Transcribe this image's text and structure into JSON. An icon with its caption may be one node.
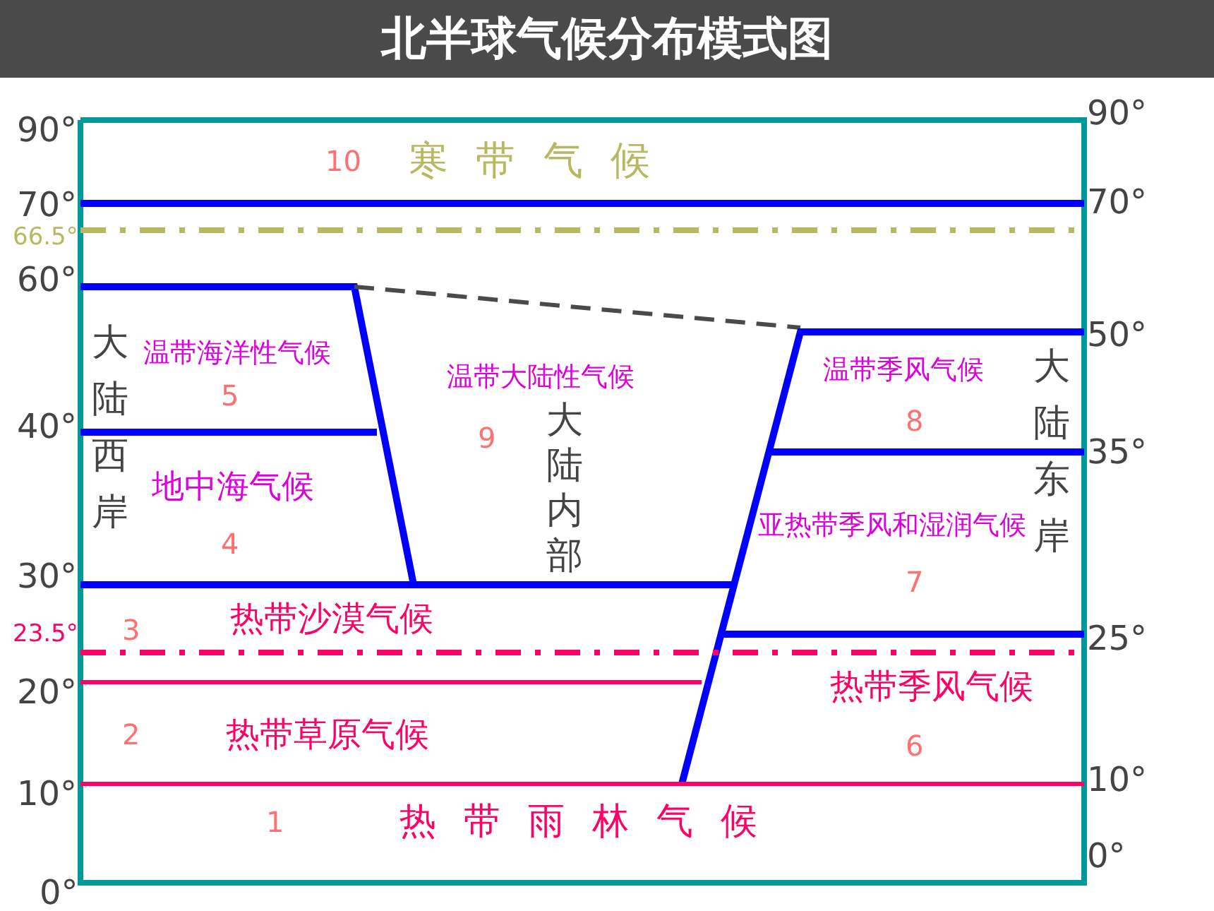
{
  "diagram": {
    "title": "北半球气候分布模式图",
    "labels": [
      "90°",
      "90°",
      "10",
      "寒带气候",
      "70°",
      "70°",
      "66.5°",
      "60°",
      "大陆西岸",
      "温带海洋性气候",
      "5",
      "40°",
      "地中海气候",
      "4",
      "温带大陆性气候",
      "9",
      "大陆内部",
      "温带季风气候",
      "8",
      "大陆东岸",
      "50°",
      "35°",
      "亚热带季风和湿润气候",
      "30°",
      "7",
      "23.5°",
      "3",
      "热带沙漠气候",
      "25°",
      "20°",
      "热带季风气候",
      "2",
      "热带草原气候",
      "6",
      "10°",
      "10°",
      "1",
      "热带雨林气候",
      "0°",
      "0°"
    ]
  }
}
